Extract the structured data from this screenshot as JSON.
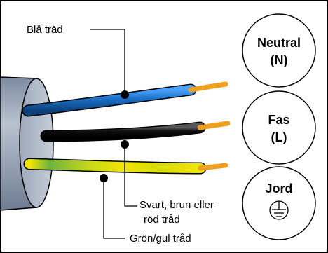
{
  "labels": {
    "blue_wire": "Blå tråd",
    "live_wire_line1": "Svart, brun eller",
    "live_wire_line2": "röd tråd",
    "earth_wire": "Grön/gul tråd"
  },
  "terminals": {
    "neutral": {
      "name": "Neutral",
      "code": "(N)"
    },
    "live": {
      "name": "Fas",
      "code": "(L)"
    },
    "earth": {
      "name": "Jord",
      "icon": "earth-ground-icon"
    }
  },
  "colors": {
    "neutral_wire": "#1a6fc4",
    "live_wire": "#111111",
    "earth_wire_green": "#6db33f",
    "earth_wire_yellow": "#f2e600",
    "copper": "#f0a020",
    "cable_sheath": "#9aa6b8",
    "frame": "#000000"
  }
}
